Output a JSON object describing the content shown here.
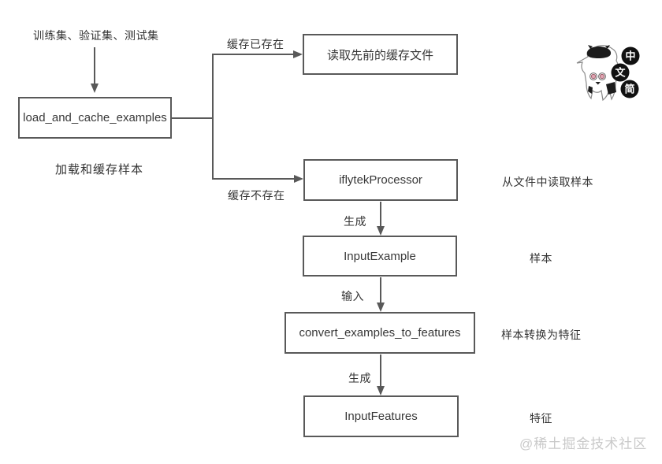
{
  "diagram": {
    "source_label": "训练集、验证集、测试集",
    "load_box": "load_and_cache_examples",
    "load_caption": "加载和缓存样本",
    "branch_top_label": "缓存已存在",
    "branch_bottom_label": "缓存不存在",
    "read_cache_box": "读取先前的缓存文件",
    "processor_box": "iflytekProcessor",
    "processor_note": "从文件中读取样本",
    "edge_generate_1": "生成",
    "example_box": "InputExample",
    "example_note": "样本",
    "edge_input": "输入",
    "convert_box": "convert_examples_to_features",
    "convert_note": "样本转换为特征",
    "edge_generate_2": "生成",
    "features_box": "InputFeatures",
    "features_note": "特征"
  },
  "sticker_badges": [
    "中",
    "文",
    "简"
  ],
  "watermark": "@稀土掘金技术社区",
  "colors": {
    "line": "#595959",
    "text": "#333333",
    "watermark": "#c9c9c9"
  }
}
